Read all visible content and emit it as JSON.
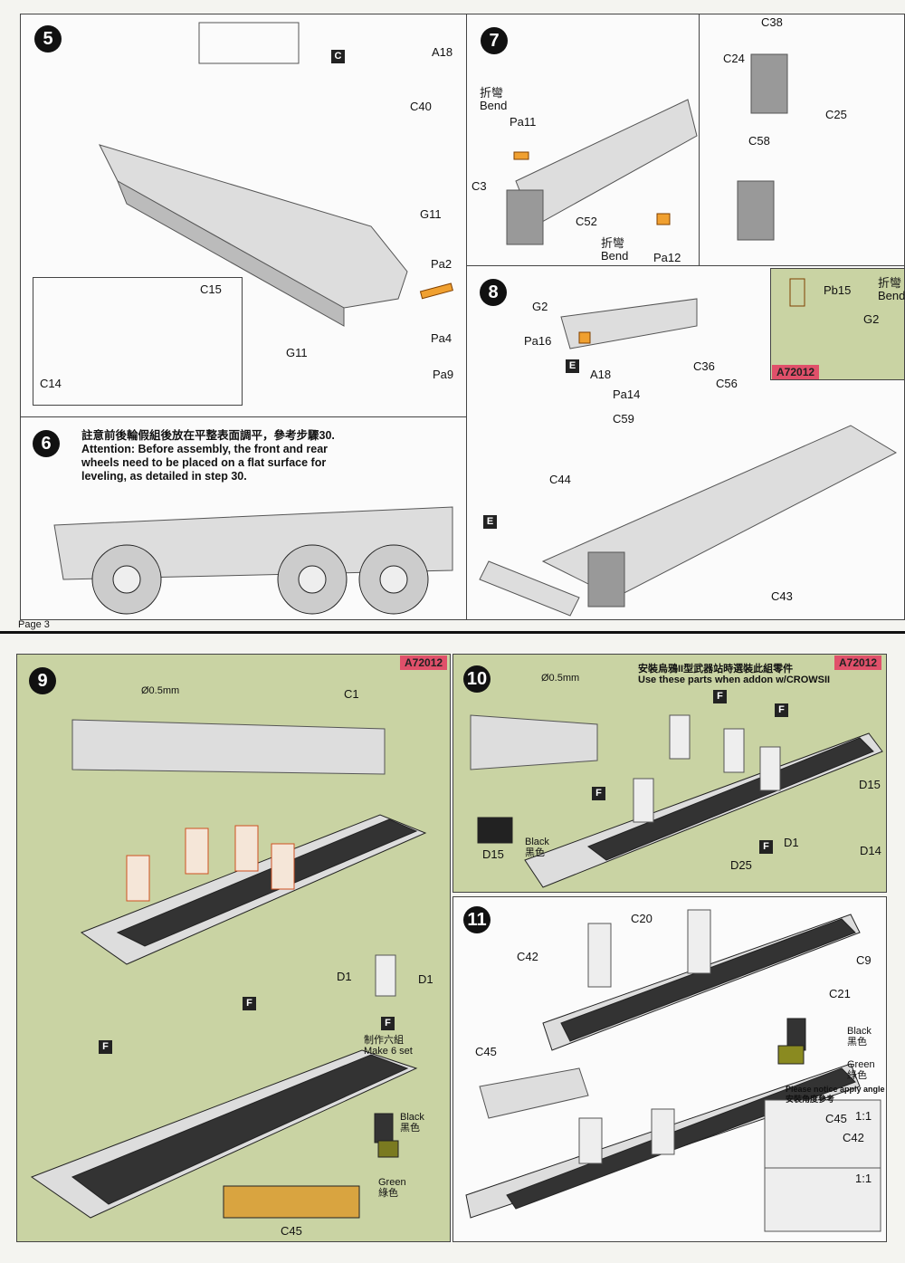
{
  "page_label": "Page 3",
  "kit_code": "A72012",
  "steps": {
    "s5": {
      "num": "5",
      "labels": [
        "A18",
        "C40",
        "G11",
        "Pa2",
        "Pa4",
        "Pa9",
        "G11",
        "C15",
        "C14"
      ],
      "box": "C"
    },
    "s6": {
      "num": "6",
      "note_zh": "註意前後輪假組後放在平整表面調平，參考步驟30.",
      "note_en": [
        "Attention: Before assembly, the front and rear",
        "wheels need to be placed on a flat surface for",
        "leveling, as detailed in step 30."
      ]
    },
    "s7": {
      "num": "7",
      "bend_zh": "折彎",
      "bend_en": "Bend",
      "labels": [
        "Pa11",
        "C3",
        "C52",
        "Pa12"
      ]
    },
    "s7b": {
      "labels": [
        "C38",
        "C24",
        "C25",
        "C58"
      ]
    },
    "s8": {
      "num": "8",
      "bend_zh": "折彎",
      "bend_en": "Bend",
      "labels": [
        "Pb15",
        "G2",
        "G2",
        "Pa16",
        "A18",
        "C36",
        "C56",
        "Pa14",
        "C59",
        "C44",
        "C43"
      ],
      "box": "E"
    },
    "s9": {
      "num": "9",
      "drill": "Ø0.5mm",
      "labels": [
        "C1",
        "D1",
        "D1",
        "C45"
      ],
      "box": "F",
      "make_zh": "制作六組",
      "make_en": "Make 6 set",
      "black_en": "Black",
      "black_zh": "黑色",
      "green_en": "Green",
      "green_zh": "綠色"
    },
    "s10": {
      "num": "10",
      "note_zh": "安裝烏鴉II型武器站時選裝此組零件",
      "note_en": "Use these parts when addon w/CROWSII",
      "drill": "Ø0.5mm",
      "labels": [
        "D15",
        "D14",
        "D1",
        "D25",
        "D15"
      ],
      "box": "F",
      "black_en": "Black",
      "black_zh": "黑色"
    },
    "s11": {
      "num": "11",
      "labels": [
        "C20",
        "C42",
        "C9",
        "C21",
        "C45",
        "C45",
        "C42"
      ],
      "black_en": "Black",
      "black_zh": "黑色",
      "green_en": "Green",
      "green_zh": "綠色",
      "notice_en": "Please notice apply angle",
      "notice_zh": "安裝角度參考",
      "scale": "1:1"
    }
  },
  "colors": {
    "panel_green": "#c9d3a3",
    "tag_red": "#e0506a",
    "part_orange": "#f0a030",
    "callout_blue": "#2a8ad8"
  }
}
